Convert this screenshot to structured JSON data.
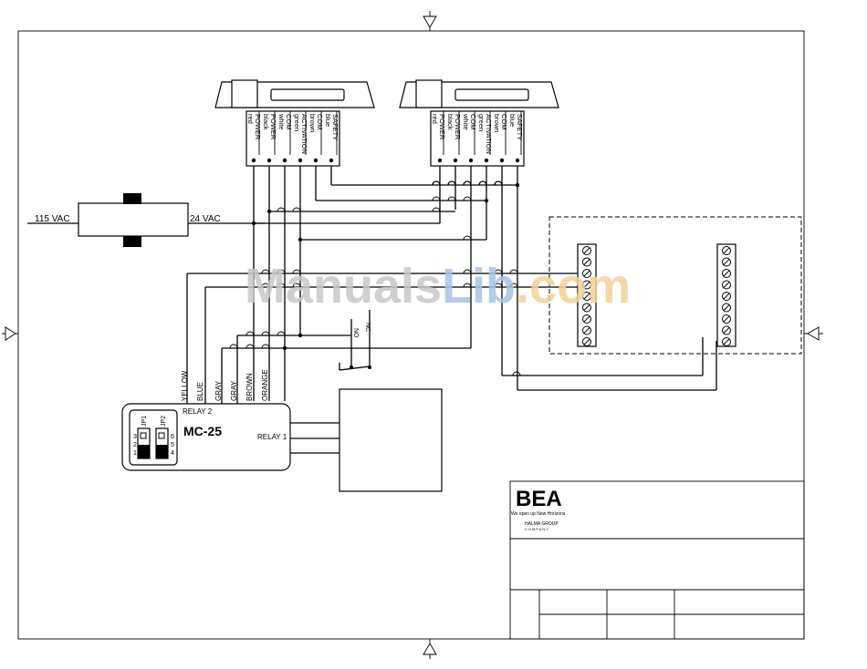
{
  "transformer": {
    "primary_label": "115 VAC",
    "secondary_label": "24  VAC"
  },
  "sensor_terminals": [
    "red",
    "POWER",
    "black",
    "POWER",
    "white",
    "COM",
    "green",
    "ACTIVATION",
    "brown",
    "COM",
    "blue",
    "SAFETY"
  ],
  "sensor_terminal_labels": [
    {
      "color": "red",
      "fn": "POWER"
    },
    {
      "color": "black",
      "fn": "POWER"
    },
    {
      "color": "white",
      "fn": "COM"
    },
    {
      "color": "green",
      "fn": "ACTIVATION"
    },
    {
      "color": "brown",
      "fn": "COM"
    },
    {
      "color": "blue",
      "fn": "SAFETY"
    }
  ],
  "relay_switch": {
    "no_label": "NO",
    "nc_label": "NC"
  },
  "mc25": {
    "title": "MC-25",
    "relay1_label": "RELAY 1",
    "relay2_label": "RELAY 2",
    "jp1_label": "JP1",
    "jp2_label": "JP2",
    "jp1_pins": [
      "3",
      "2",
      "1"
    ],
    "jp2_pins": [
      "6",
      "5",
      "4"
    ],
    "wire_labels": [
      "YELLOW",
      "BLUE",
      "GRAY",
      "GRAY",
      "BROWN",
      "ORANGE"
    ]
  },
  "title_block": {
    "logo_text": "BEA",
    "tagline": "We open up New Horizons",
    "company_line1": "HALMA GROUP",
    "company_line2": "COMPANY"
  },
  "watermark": {
    "part1": "Manuals",
    "part2": "Lib",
    "part3": ".com"
  },
  "colors": {
    "watermark_gray": "#c8c8c8",
    "watermark_blue": "#a9c4e6",
    "watermark_orange": "#f3d29a"
  }
}
